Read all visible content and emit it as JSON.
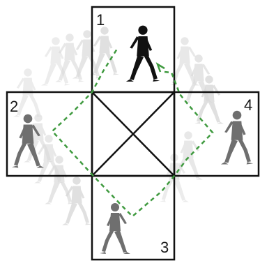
{
  "diagram": {
    "labels": {
      "top": "1",
      "left": "2",
      "bottom": "3",
      "right": "4"
    },
    "colors": {
      "outline": "#111111",
      "path": "#3f9a3f",
      "figure_dark": "#111111",
      "figure_mid": "#6f6f6f",
      "figure_ghost": "#d0d0d0"
    },
    "icons": {
      "figure": "walking-person-icon",
      "arrow": "arrowhead-icon"
    }
  }
}
